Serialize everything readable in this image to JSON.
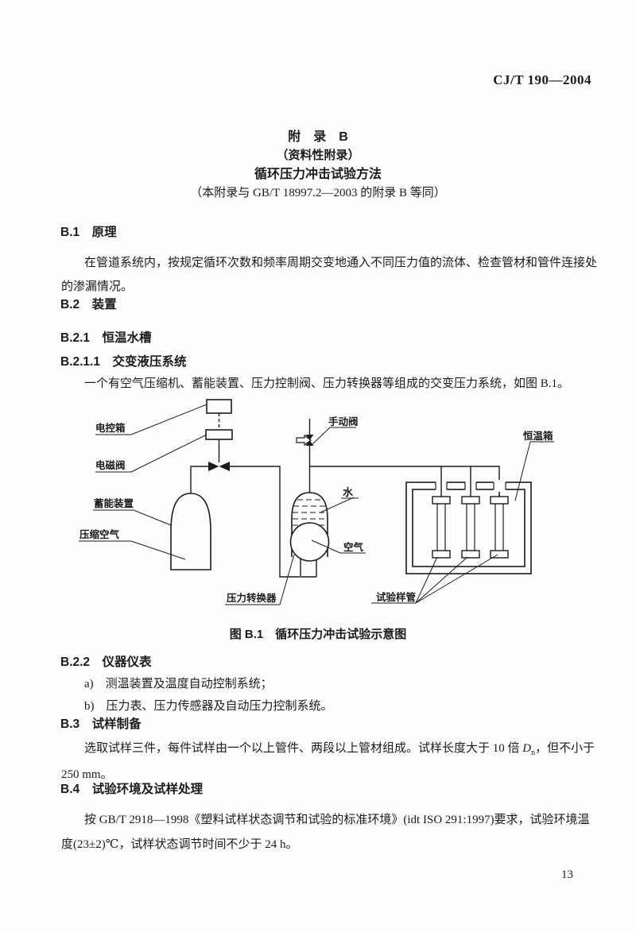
{
  "page": {
    "doc_code": "CJ/T 190—2004",
    "page_number": "13"
  },
  "header": {
    "title1": "附　录　B",
    "title2": "（资料性附录）",
    "title3": "循环压力冲击试验方法",
    "title4": "（本附录与 GB/T 18997.2—2003 的附录 B 等同）"
  },
  "sections": {
    "b1": {
      "heading": "B.1　原理",
      "line1": "在管道系统内，按规定循环次数和频率周期交变地通入不同压力值的流体、检查管材和管件连接处",
      "line2": "的渗漏情况。"
    },
    "b2": {
      "heading": "B.2　装置"
    },
    "b21": {
      "heading": "B.2.1　恒温水槽"
    },
    "b211": {
      "heading": "B.2.1.1　交变液压系统",
      "para": "一个有空气压缩机、蓄能装置、压力控制阀、压力转换器等组成的交变压力系统，如图 B.1。"
    },
    "figure": {
      "caption": "图 B.1　循环压力冲击试验示意图"
    },
    "b22": {
      "heading": "B.2.2　仪器仪表",
      "item_a": "a)　测温装置及温度自动控制系统；",
      "item_b": "b)　压力表、压力传感器及自动压力控制系统。"
    },
    "b3": {
      "heading": "B.3　试样制备",
      "line1_pre": "选取试样三件，每件试样由一个以上管件、两段以上管材组成。试样长度大于 10 倍 ",
      "d_symbol": "D",
      "d_sub": "n",
      "line1_post": "，但不小于",
      "line2": "250 mm。"
    },
    "b4": {
      "heading": "B.4　试验环境及试样处理",
      "line1": "按 GB/T 2918—1998《塑料试样状态调节和试验的标准环境》(idt ISO 291:1997)要求，试验环境温",
      "line2": "度(23±2)℃，试样状态调节时间不少于 24 h。"
    }
  },
  "diagram": {
    "labels": {
      "control_box": "电控箱",
      "solenoid_valve": "电磁阀",
      "accumulator": "蓄能装置",
      "compressed_air": "压缩空气",
      "manual_valve": "手动阀",
      "water": "水",
      "air": "空气",
      "pressure_converter": "压力转换器",
      "test_pipes": "试验样管",
      "thermostat_box": "恒温箱"
    }
  }
}
